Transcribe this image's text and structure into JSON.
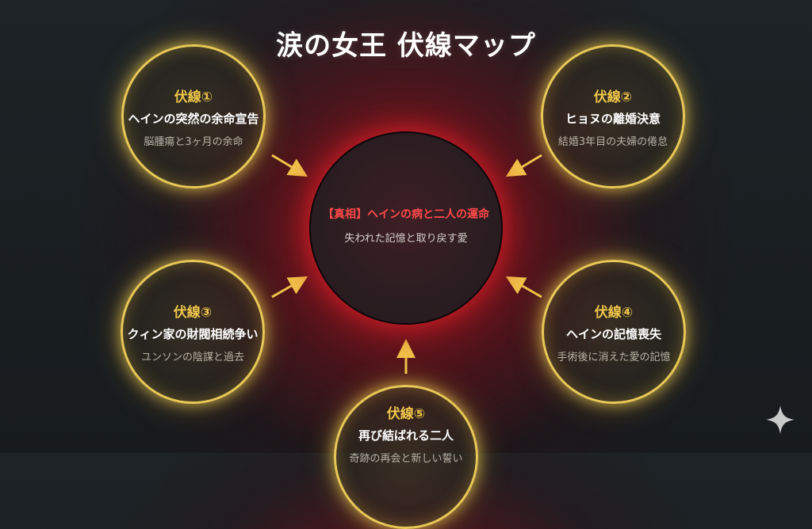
{
  "title": "涙の女王 伏線マップ",
  "center": {
    "title": "【真相】ヘインの病と二人の運命",
    "subtitle": "失われた記憶と取り戻す愛"
  },
  "nodes": [
    {
      "label": "伏線①",
      "title": "ヘインの突然の余命宣告",
      "subtitle": "脳腫瘍と3ヶ月の余命"
    },
    {
      "label": "伏線②",
      "title": "ヒョヌの離婚決意",
      "subtitle": "結婚3年目の夫婦の倦怠"
    },
    {
      "label": "伏線③",
      "title": "クィン家の財閥相続争い",
      "subtitle": "ユンソンの陰謀と過去"
    },
    {
      "label": "伏線④",
      "title": "ヘインの記憶喪失",
      "subtitle": "手術後に消えた愛の記憶"
    },
    {
      "label": "伏線⑤",
      "title": "再び結ばれる二人",
      "subtitle": "奇跡の再会と新しい誓い"
    }
  ],
  "colors": {
    "node_border": "#e8c857",
    "node_label": "#f0c64a",
    "center_title": "#ff4a4a",
    "center_glow": "#d81e28",
    "arrow": "#f2c94c"
  },
  "icons": [
    "sparkle-icon"
  ]
}
